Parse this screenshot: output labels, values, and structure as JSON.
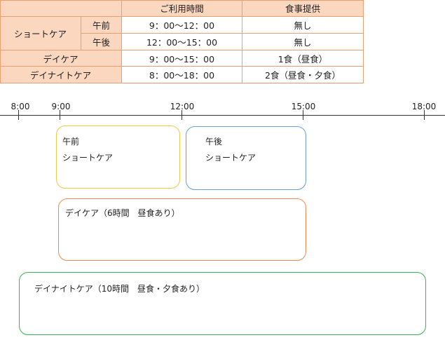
{
  "table": {
    "header": {
      "time": "ご利用時間",
      "meal": "食事提供"
    },
    "rows": [
      {
        "service": "ショートケア",
        "period": "午前",
        "time": "9：00〜12：00",
        "meal": "無し"
      },
      {
        "period": "午後",
        "time": "12：00〜15：00",
        "meal": "無し"
      },
      {
        "service": "デイケア",
        "time": "9：00〜15：00",
        "meal": "1食（昼食）"
      },
      {
        "service": "デイナイトケア",
        "time": "8：00〜18：00",
        "meal": "2食（昼食・夕食）"
      }
    ]
  },
  "timeline": {
    "ticks": [
      "8:00",
      "9:00",
      "12:00",
      "15:00",
      "18:00"
    ],
    "boxes": {
      "short_am": {
        "line1": "午前",
        "line2": "ショートケア",
        "color": "#f2c840"
      },
      "short_pm": {
        "line1": "午後",
        "line2": "ショートケア",
        "color": "#6a9fd4"
      },
      "daycare": {
        "label": "デイケア（6時間　昼食あり）",
        "color": "#ed8c4a"
      },
      "daynight": {
        "label": "デイナイトケア（10時間　昼食・夕食あり）",
        "color": "#3cb054"
      }
    }
  },
  "colors": {
    "table_header_bg": "#fbd7c0",
    "table_border": "#e8a070"
  }
}
